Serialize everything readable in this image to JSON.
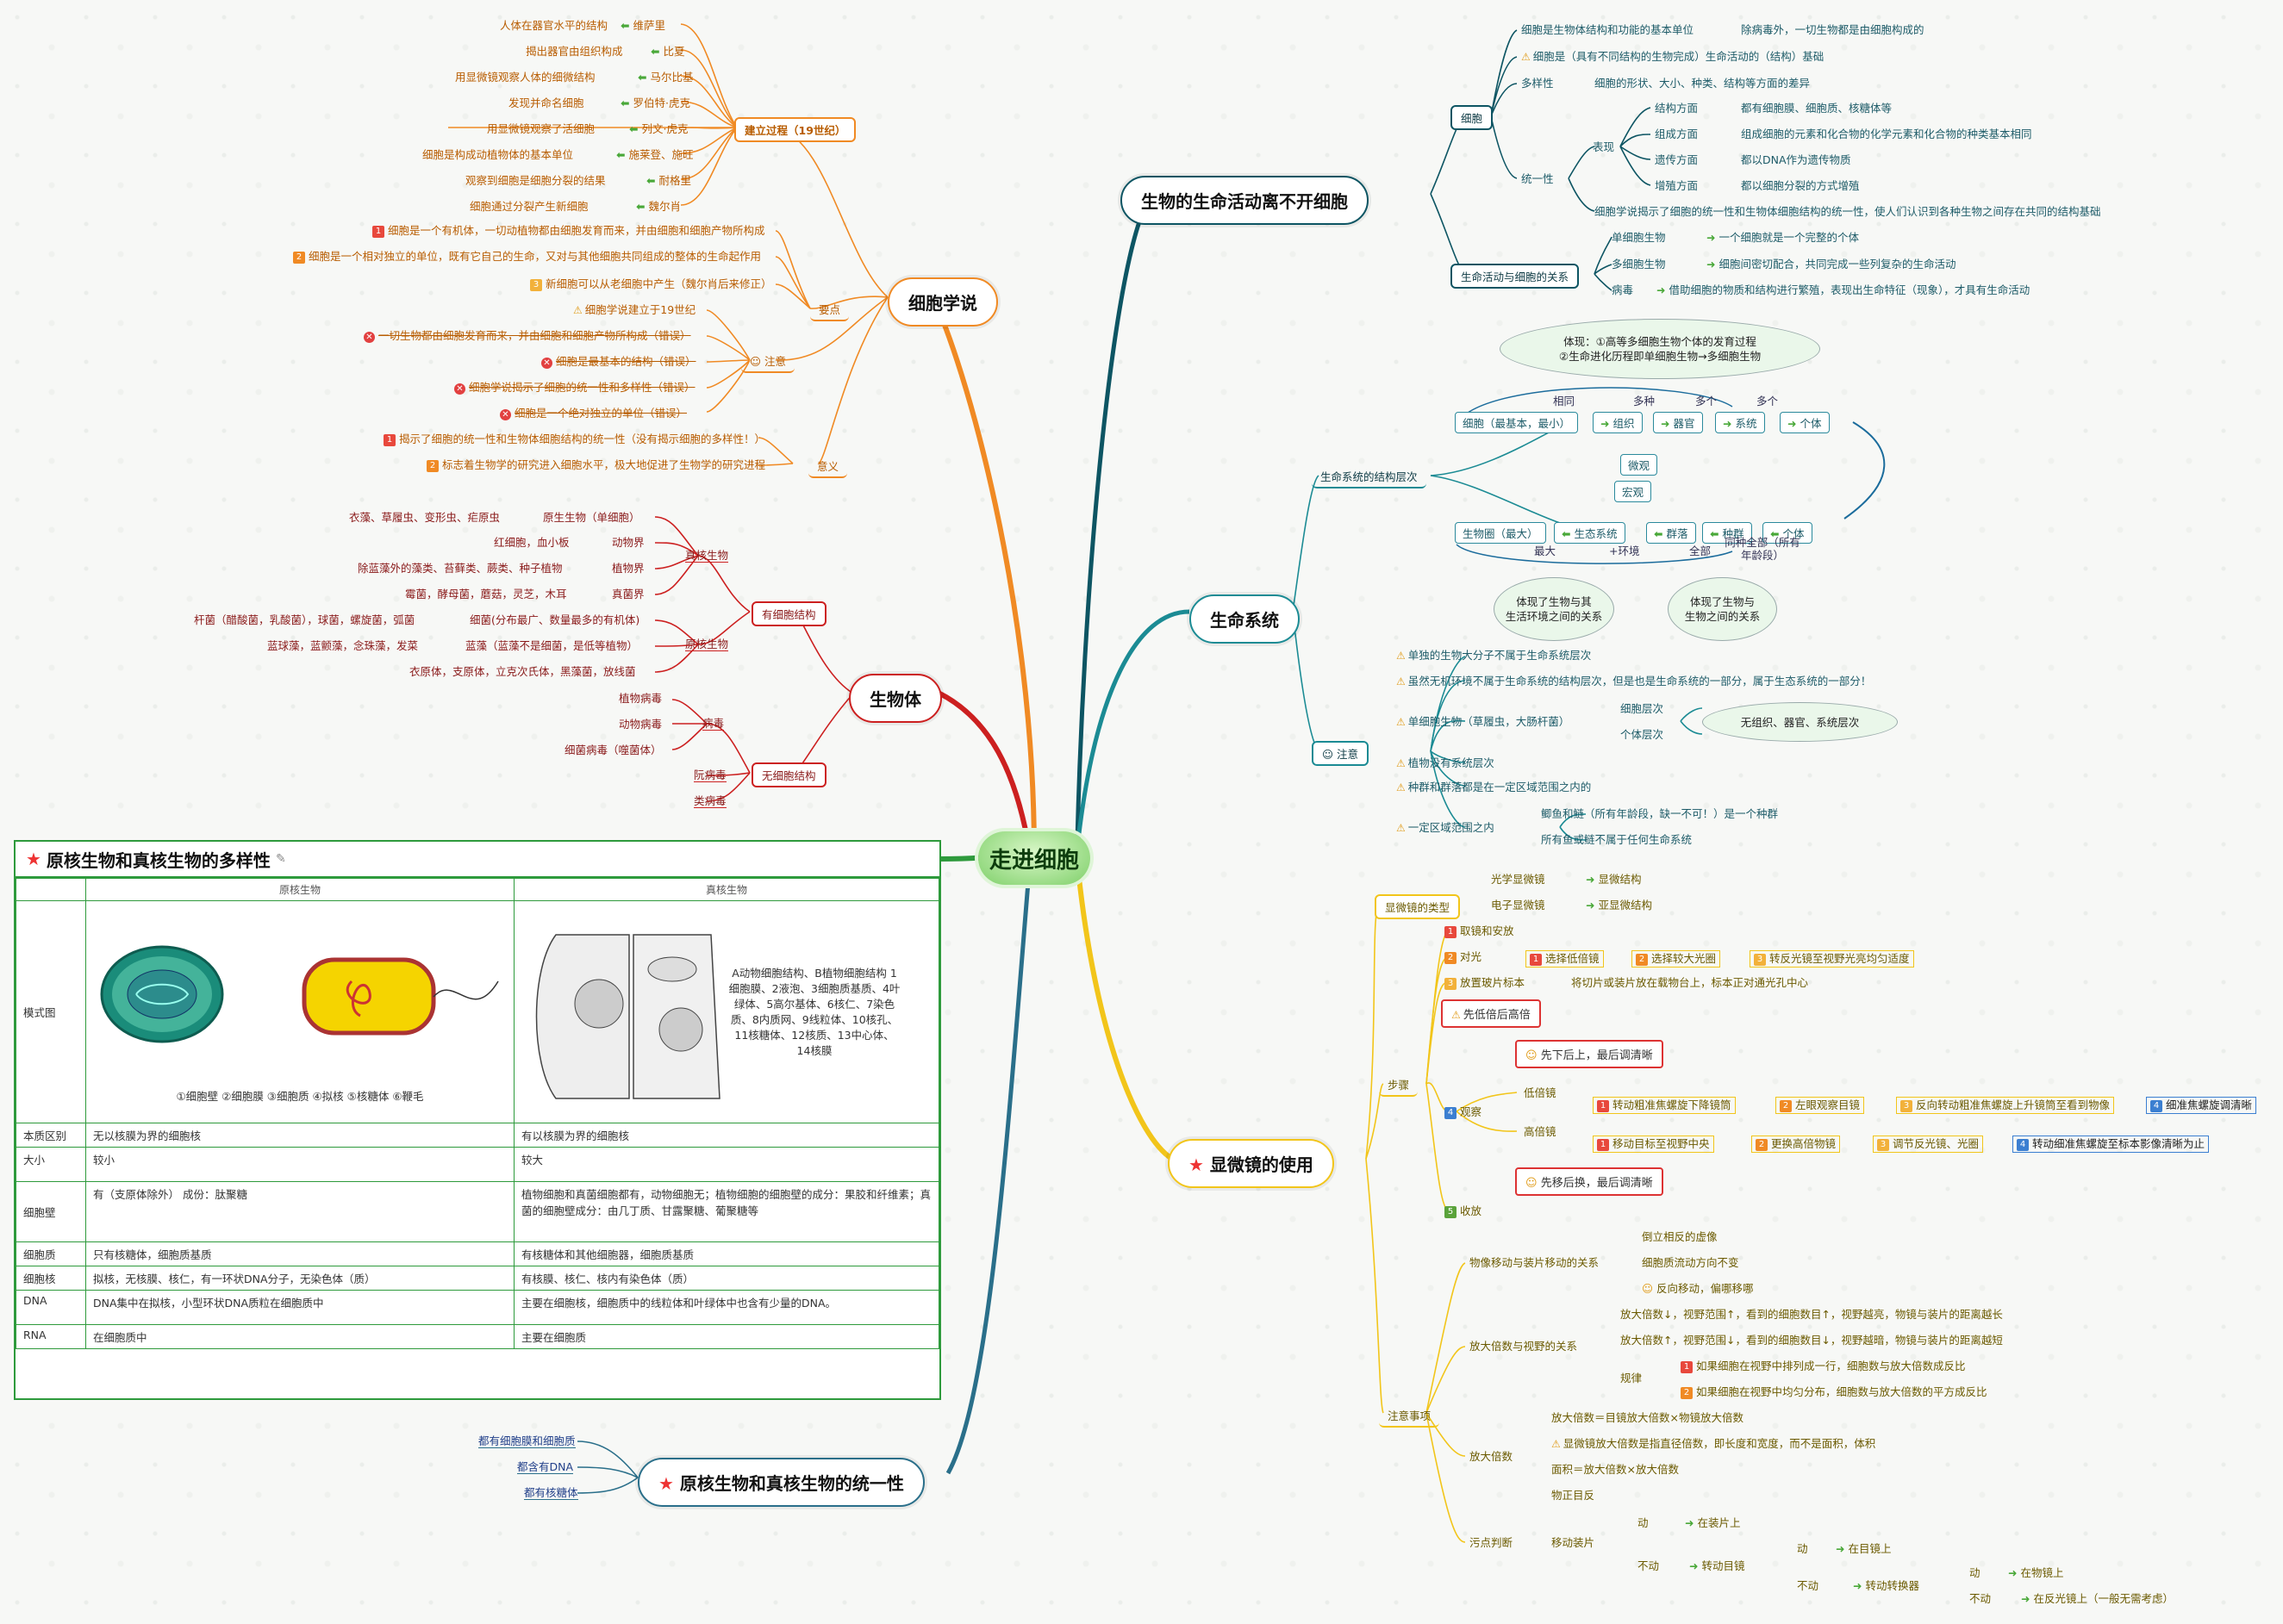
{
  "center": "走进细胞",
  "branches": {
    "cell_theory": {
      "title": "细胞学说",
      "establish": {
        "label": "建立过程（19世纪）",
        "items": [
          {
            "text": "人体在器官水平的结构",
            "person": "维萨里"
          },
          {
            "text": "揭出器官由组织构成",
            "person": "比夏"
          },
          {
            "text": "用显微镜观察人体的细微结构",
            "person": "马尔比基"
          },
          {
            "text": "发现并命名细胞",
            "person": "罗伯特·虎克"
          },
          {
            "text": "用显微镜观察了活细胞",
            "person": "列文·虎克"
          },
          {
            "text": "细胞是构成动植物体的基本单位",
            "person": "施莱登、施旺"
          },
          {
            "text": "观察到细胞是细胞分裂的结果",
            "person": "耐格里"
          },
          {
            "text": "细胞通过分裂产生新细胞",
            "person": "魏尔肖"
          }
        ]
      },
      "points": {
        "label": "要点",
        "items": [
          "细胞是一个有机体，一切动植物都由细胞发育而来，并由细胞和细胞产物所构成",
          "细胞是一个相对独立的单位，既有它自己的生命，又对与其他细胞共同组成的整体的生命起作用",
          "新细胞可以从老细胞中产生（魏尔肖后来修正）"
        ]
      },
      "notes": {
        "label": "注意",
        "items": [
          "细胞学说建立于19世纪",
          "一切生物都由细胞发育而来，并由细胞和细胞产物所构成（错误）",
          "细胞是最基本的结构（错误）",
          "细胞学说揭示了细胞的统一性和多样性（错误）",
          "细胞是一个绝对独立的单位（错误）"
        ]
      },
      "meaning": {
        "label": "意义",
        "items": [
          "揭示了细胞的统一性和生物体细胞结构的统一性（没有揭示细胞的多样性！）",
          "标志着生物学的研究进入细胞水平，极大地促进了生物学的研究进程"
        ]
      }
    },
    "organisms": {
      "title": "生物体",
      "cellular": "有细胞结构",
      "eukaryote": "真核生物",
      "prokaryote": "原核生物",
      "euk_items": [
        {
          "ex": "衣藻、草履虫、变形虫、疟原虫",
          "cat": "原生生物（单细胞）"
        },
        {
          "ex": "红细胞，血小板",
          "cat": "动物界"
        },
        {
          "ex": "除蓝藻外的藻类、苔藓类、蕨类、种子植物",
          "cat": "植物界"
        },
        {
          "ex": "霉菌，酵母菌，蘑菇，灵芝，木耳",
          "cat": "真菌界"
        }
      ],
      "pro_items": [
        {
          "ex": "杆菌（醋酸菌，乳酸菌），球菌，螺旋菌，弧菌",
          "cat": "细菌(分布最广、数量最多的有机体)"
        },
        {
          "ex": "蓝球藻，蓝颤藻，念珠藻，发菜",
          "cat": "蓝藻（蓝藻不是细菌，是低等植物）"
        },
        {
          "ex": "衣原体，支原体，立克次氏体，黑藻菌，放线菌",
          "cat": ""
        }
      ],
      "acellular": "无细胞结构",
      "virus": "病毒",
      "virus_items": [
        "植物病毒",
        "动物病毒",
        "细菌病毒（噬菌体）"
      ],
      "others": [
        "阮病毒",
        "类病毒"
      ]
    },
    "table": {
      "title": "原核生物和真核生物的多样性",
      "col_pro": "原核生物",
      "col_euk": "真核生物",
      "rows": [
        {
          "label": "模式图",
          "pro": "①细胞壁 ②细胞膜 ③细胞质 ④拟核 ⑤核糖体 ⑥鞭毛",
          "euk": "A动物细胞结构、B植物细胞结构 1细胞膜、2液泡、3细胞质基质、4叶绿体、5高尔基体、6核仁、7染色质、8内质网、9线粒体、10核孔、11核糖体、12核质、13中心体、14核膜"
        },
        {
          "label": "本质区别",
          "pro": "无以核膜为界的细胞核",
          "euk": "有以核膜为界的细胞核"
        },
        {
          "label": "大小",
          "pro": "较小",
          "euk": "较大"
        },
        {
          "label": "细胞壁",
          "pro": "有（支原体除外） 成份：肽聚糖",
          "euk": "植物细胞和真菌细胞都有，动物细胞无；植物细胞的细胞壁的成分：果胶和纤维素；真菌的细胞壁成分：由几丁质、甘露聚糖、葡聚糖等"
        },
        {
          "label": "细胞质",
          "pro": "只有核糖体，细胞质基质",
          "euk": "有核糖体和其他细胞器，细胞质基质"
        },
        {
          "label": "细胞核",
          "pro": "拟核，无核膜、核仁，有一环状DNA分子，无染色体（质）",
          "euk": "有核膜、核仁、核内有染色体（质）"
        },
        {
          "label": "DNA",
          "pro": "DNA集中在拟核，小型环状DNA质粒在细胞质中",
          "euk": "主要在细胞核，细胞质中的线粒体和叶绿体中也含有少量的DNA。"
        },
        {
          "label": "RNA",
          "pro": "在细胞质中",
          "euk": "主要在细胞质"
        }
      ]
    },
    "unity": {
      "title": "原核生物和真核生物的统一性",
      "items": [
        "都有细胞膜和细胞质",
        "都含有DNA",
        "都有核糖体"
      ]
    },
    "life_needs_cell": {
      "title": "生物的生命活动离不开细胞",
      "cell": "细胞",
      "cell_items": [
        {
          "a": "细胞是生物体结构和功能的基本单位",
          "b": "除病毒外，一切生物都是由细胞构成的"
        },
        {
          "a": "细胞是（具有不同结构的生物完成）生命活动的（结构）基础",
          "b": ""
        },
        {
          "a": "多样性",
          "b": "细胞的形状、大小、种类、结构等方面的差异"
        }
      ],
      "unity": "统一性",
      "manifest": "表现",
      "unity_items": [
        {
          "a": "结构方面",
          "b": "都有细胞膜、细胞质、核糖体等"
        },
        {
          "a": "组成方面",
          "b": "组成细胞的元素和化合物的化学元素和化合物的种类基本相同"
        },
        {
          "a": "遗传方面",
          "b": "都以DNA作为遗传物质"
        },
        {
          "a": "增殖方面",
          "b": "都以细胞分裂的方式增殖"
        }
      ],
      "unity_note": "细胞学说揭示了细胞的统一性和生物体细胞结构的统一性，使人们认识到各种生物之间存在共同的结构基础",
      "relation": "生命活动与细胞的关系",
      "relation_items": [
        {
          "a": "单细胞生物",
          "b": "一个细胞就是一个完整的个体"
        },
        {
          "a": "多细胞生物",
          "b": "细胞间密切配合，共同完成一些列复杂的生命活动"
        },
        {
          "a": "病毒",
          "b": "借助细胞的物质和结构进行繁殖，表现出生命特征（现象），才具有生命活动"
        }
      ]
    },
    "life_system": {
      "title": "生命系统",
      "levels_label": "生命系统的结构层次",
      "cloud_top": "体现：①高等多细胞生物个体的发育过程\n②生命进化历程即单细胞生物→多细胞生物",
      "row1": [
        "细胞（最基本，最小）",
        "组织",
        "器官",
        "系统",
        "个体"
      ],
      "row1_tags": [
        "相同",
        "多种",
        "多个",
        "多个"
      ],
      "micro": "微观",
      "macro": "宏观",
      "row2": [
        "生物圈（最大）",
        "生态系统",
        "群落",
        "种群",
        "个体"
      ],
      "row2_tags": [
        "最大",
        "+环境",
        "全部",
        "同种全部（所有年龄段）"
      ],
      "cloud_left": "体现了生物与其\n生活环境之间的关系",
      "cloud_right": "体现了生物与\n生物之间的关系",
      "note_label": "注意",
      "notes": [
        "单独的生物大分子不属于生命系统层次",
        "虽然无机环境不属于生命系统的结构层次，但是也是生命系统的一部分，属于生态系统的一部分！",
        "单细胞生物（草履虫，大肠杆菌）",
        "植物没有系统层次",
        "种群和群落都是在一定区域范围之内的",
        "一定区域范围之内"
      ],
      "single_sub": [
        "细胞层次",
        "个体层次"
      ],
      "no_levels": "无组织、器官、系统层次",
      "area_sub": [
        "鲫鱼和鲢（所有年龄段，缺一不可！）是一个种群",
        "所有鱼或鲢不属于任何生命系统"
      ]
    },
    "microscope": {
      "title": "显微镜的使用",
      "types_label": "显微镜的类型",
      "types": [
        {
          "a": "光学显微镜",
          "b": "显微结构"
        },
        {
          "a": "电子显微镜",
          "b": "亚显微结构"
        }
      ],
      "steps_label": "步骤",
      "step1": "取镜和安放",
      "step2": "对光",
      "step2_sub": [
        "选择低倍镜",
        "选择较大光圈",
        "转反光镜至视野光亮均匀适度"
      ],
      "step3": "放置玻片标本",
      "step3_text": "将切片或装片放在载物台上，标本正对通光孔中心",
      "first_low": "先低倍后高倍",
      "down_up": "先下后上，最后调清晰",
      "step4": "观察",
      "low": "低倍镜",
      "low_sub": [
        "转动粗准焦螺旋下降镜筒",
        "左眼观察目镜",
        "反向转动粗准焦螺旋上升镜筒至看到物像",
        "细准焦螺旋调清晰"
      ],
      "high": "高倍镜",
      "high_sub": [
        "移动目标至视野中央",
        "更换高倍物镜",
        "调节反光镜、光圈",
        "转动细准焦螺旋至标本影像清晰为止"
      ],
      "move_first": "先移后换，最后调清晰",
      "step5": "收放",
      "cautions_label": "注意事项",
      "image_rel": "物像移动与装片移动的关系",
      "image_rel_items": [
        "倒立相反的虚像",
        "细胞质流动方向不变",
        "反向移动，偏哪移哪"
      ],
      "mag_rel": "放大倍数与视野的关系",
      "mag_rel_items": [
        "放大倍数↓，视野范围↑，看到的细胞数目↑，视野越亮，物镜与装片的距离越长",
        "放大倍数↑，视野范围↓，看到的细胞数目↓，视野越暗，物镜与装片的距离越短"
      ],
      "rule": "规律",
      "rule_items": [
        "如果细胞在视野中排列成一行，细胞数与放大倍数成反比",
        "如果细胞在视野中均匀分布，细胞数与放大倍数的平方成反比"
      ],
      "mag": "放大倍数",
      "mag_items": [
        "放大倍数＝目镜放大倍数×物镜放大倍数",
        "显微镜放大倍数是指直径倍数，即长度和宽度，而不是面积，体积",
        "面积＝放大倍数×放大倍数",
        "物正目反"
      ],
      "dirt": "污点判断",
      "move_slide": "移动装片",
      "dirt_items": [
        {
          "a": "动",
          "b": "在装片上"
        },
        {
          "a": "不动",
          "b": "转动目镜"
        },
        {
          "a": "动",
          "b": "在目镜上"
        },
        {
          "a": "不动",
          "b": "转动转换器"
        },
        {
          "a": "动",
          "b": "在物镜上"
        },
        {
          "a": "不动",
          "b": "在反光镜上（一般无需考虑）"
        }
      ]
    }
  }
}
